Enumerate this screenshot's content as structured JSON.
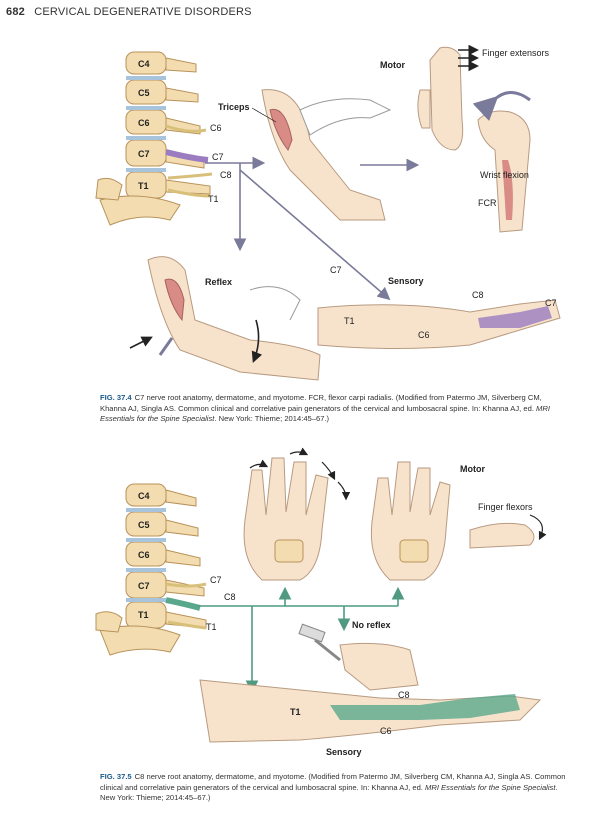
{
  "header": {
    "page_number": "682",
    "title": "CERVICAL DEGENERATIVE DISORDERS"
  },
  "fig1": {
    "vertebrae": [
      "C4",
      "C5",
      "C6",
      "C7",
      "T1"
    ],
    "root_labels": [
      "C6",
      "C7",
      "C8",
      "T1"
    ],
    "motor_label": "Motor",
    "finger_extensors_label": "Finger extensors",
    "triceps_label": "Triceps",
    "wrist_flexion_label": "Wrist flexion",
    "fcr_label": "FCR",
    "reflex_label": "Reflex",
    "sensory_label": "Sensory",
    "dermatome_labels": {
      "c7_top": "C7",
      "c8": "C8",
      "c7": "C7",
      "t1": "T1",
      "c6": "C6"
    },
    "caption": {
      "fig_label": "FIG. 37.4",
      "text": "C7 nerve root anatomy, dermatome, and myotome. FCR, flexor carpi radialis. (Modified from Patermo JM, Silverberg CM, Khanna AJ, Singla AS. Common clinical and correlative pain generators of the cervical and lumbosacral spine. In: Khanna AJ, ed. ",
      "book": "MRI Essentials for the Spine Specialist",
      "end": ". New York: Thieme; 2014:45–67.)"
    }
  },
  "fig2": {
    "vertebrae": [
      "C4",
      "C5",
      "C6",
      "C7",
      "T1"
    ],
    "root_labels": [
      "C7",
      "C8",
      "T1"
    ],
    "motor_label": "Motor",
    "finger_flexors_label": "Finger flexors",
    "no_reflex_label": "No reflex",
    "sensory_label": "Sensory",
    "dermatome_labels": {
      "t1": "T1",
      "c8": "C8",
      "c6": "C6"
    },
    "caption": {
      "fig_label": "FIG. 37.5",
      "text": "C8 nerve root anatomy, dermatome, and myotome. (Modified from Patermo JM, Silverberg CM, Khanna AJ, Singla AS. Common clinical and correlative pain generators of the cervical and lumbosacral spine. In: Khanna AJ, ed. ",
      "book": "MRI Essentials for the Spine Specialist",
      "end": ". New York: Thieme; 2014:45–67.)"
    }
  },
  "colors": {
    "bone": "#f3ddb0",
    "bone_edge": "#b8925a",
    "skin": "#f7e3cc",
    "skin_edge": "#b89a80",
    "muscle": "#d98b86",
    "c7_purple": "#9b7cc0",
    "c8_green": "#5aa88c",
    "arrow_gray": "#7a7a9a",
    "caption_blue": "#1a5a8c"
  }
}
